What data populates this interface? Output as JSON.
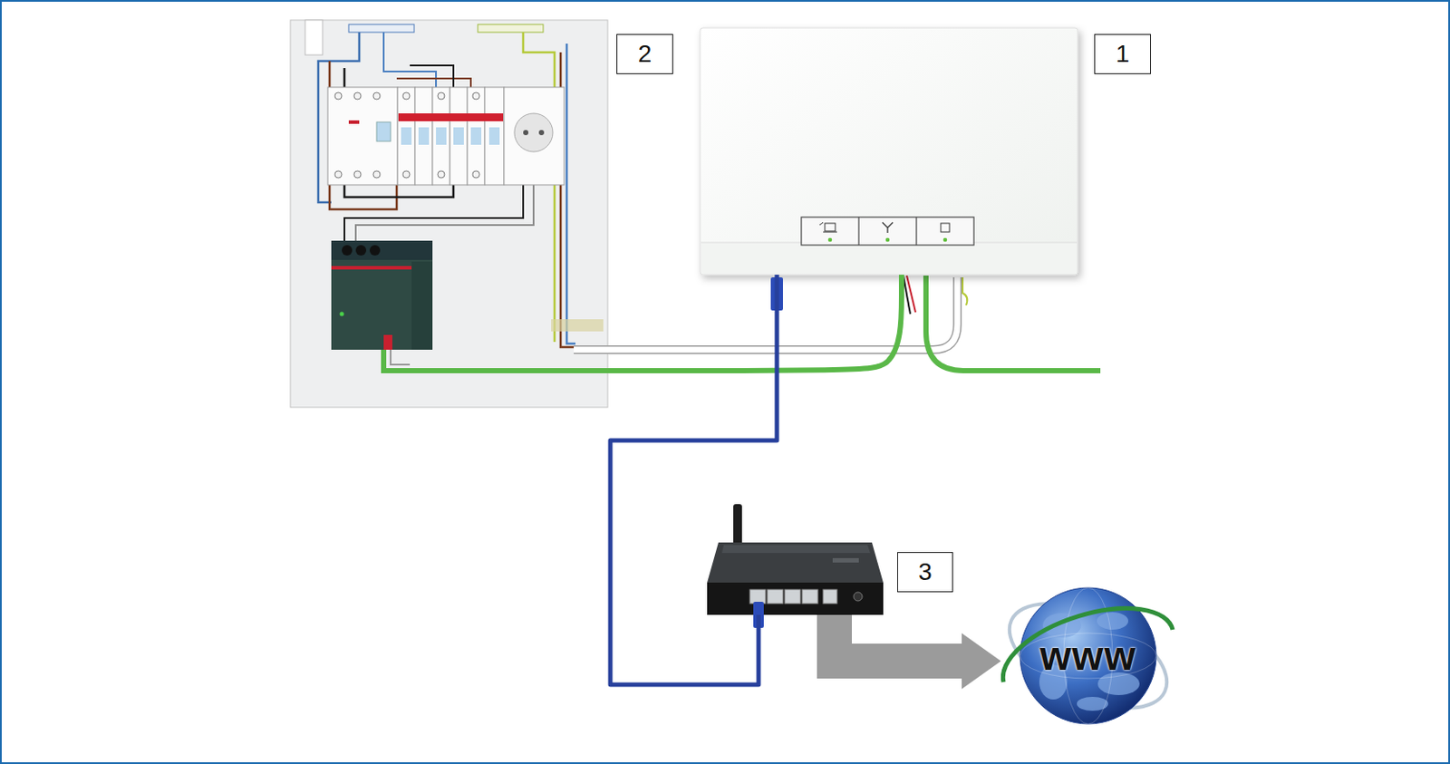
{
  "diagram": {
    "nodes": [
      {
        "text": [
          "2"
        ]
      },
      {
        "text": [
          "1"
        ]
      },
      {
        "text": [
          "3"
        ]
      },
      {
        "text": [
          "www"
        ]
      }
    ],
    "edges": [
      {
        "from": 0,
        "to": 1,
        "arrow": "none"
      },
      {
        "from": 1,
        "to": 2,
        "arrow": "none"
      },
      {
        "from": 2,
        "to": 3,
        "arrow": "to"
      }
    ]
  }
}
